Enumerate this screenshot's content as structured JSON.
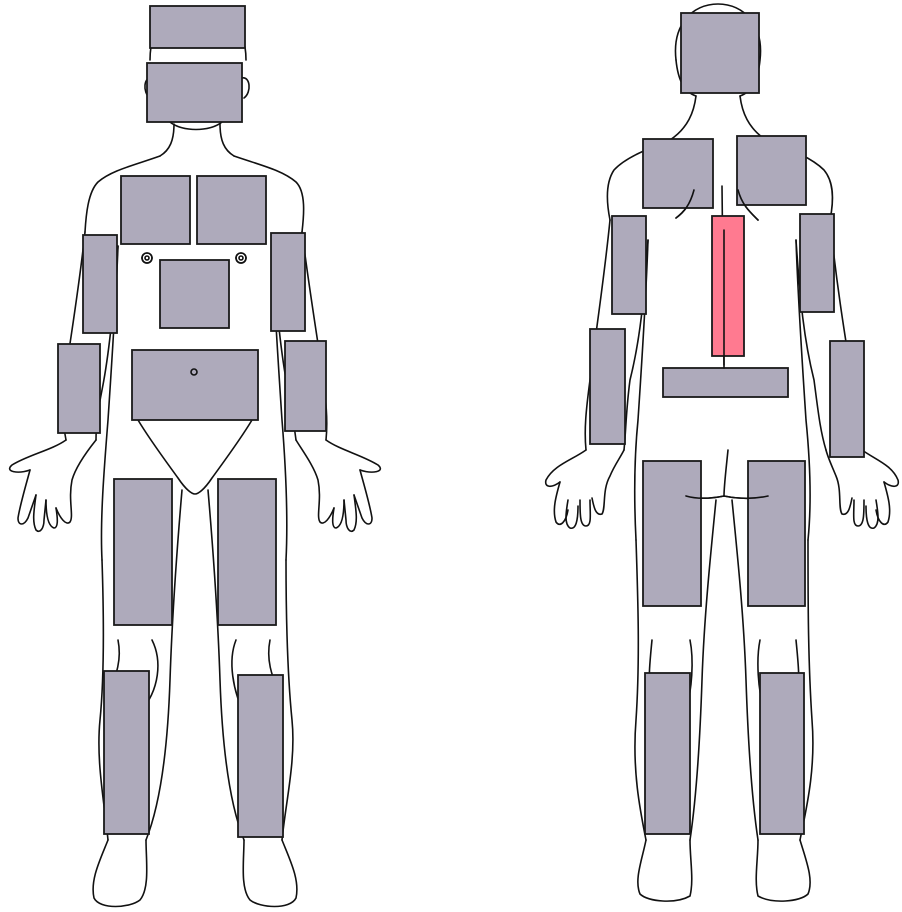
{
  "colors": {
    "background": "#ffffff",
    "outline": "#111111",
    "region_default": "#aeaabb",
    "region_selected": "#ff7a90"
  },
  "figures": {
    "front": {
      "regions": [
        {
          "id": "head-top",
          "selected": false
        },
        {
          "id": "face",
          "selected": false
        },
        {
          "id": "right-chest",
          "selected": false
        },
        {
          "id": "left-chest",
          "selected": false
        },
        {
          "id": "right-upper-arm",
          "selected": false
        },
        {
          "id": "left-upper-arm",
          "selected": false
        },
        {
          "id": "upper-abdomen",
          "selected": false
        },
        {
          "id": "lower-abdomen",
          "selected": false
        },
        {
          "id": "right-forearm",
          "selected": false
        },
        {
          "id": "left-forearm",
          "selected": false
        },
        {
          "id": "right-thigh",
          "selected": false
        },
        {
          "id": "left-thigh",
          "selected": false
        },
        {
          "id": "right-shin",
          "selected": false
        },
        {
          "id": "left-shin",
          "selected": false
        }
      ]
    },
    "back": {
      "regions": [
        {
          "id": "back-of-head",
          "selected": false
        },
        {
          "id": "left-shoulder-blade",
          "selected": false
        },
        {
          "id": "right-shoulder-blade",
          "selected": false
        },
        {
          "id": "spine",
          "selected": true
        },
        {
          "id": "lower-back",
          "selected": false
        },
        {
          "id": "back-left-upper-arm",
          "selected": false
        },
        {
          "id": "back-right-upper-arm",
          "selected": false
        },
        {
          "id": "back-left-forearm",
          "selected": false
        },
        {
          "id": "back-right-forearm",
          "selected": false
        },
        {
          "id": "back-left-thigh",
          "selected": false
        },
        {
          "id": "back-right-thigh",
          "selected": false
        },
        {
          "id": "left-calf",
          "selected": false
        },
        {
          "id": "right-calf",
          "selected": false
        }
      ]
    }
  }
}
